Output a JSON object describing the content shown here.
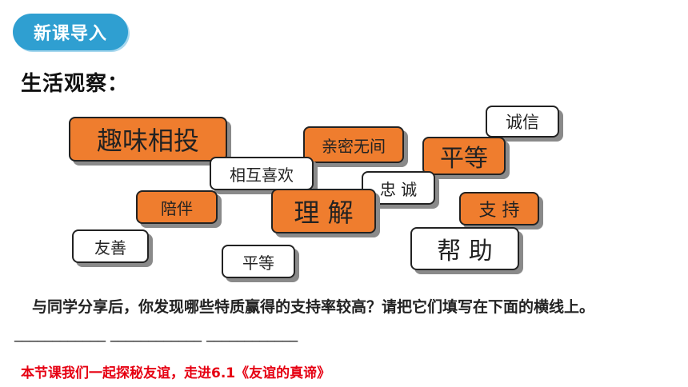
{
  "badge": {
    "label": "新课导入"
  },
  "heading": {
    "text": "生活观察："
  },
  "tags": [
    {
      "label": "诚信"
    },
    {
      "label": "趣味相投"
    },
    {
      "label": "亲密无间"
    },
    {
      "label": "平等"
    },
    {
      "label": "相互喜欢"
    },
    {
      "label": "忠 诚"
    },
    {
      "label": "陪伴"
    },
    {
      "label": "理 解"
    },
    {
      "label": "支 持"
    },
    {
      "label": "友善"
    },
    {
      "label": "帮 助"
    },
    {
      "label": "平等"
    }
  ],
  "question": {
    "text": "与同学分享后，你发现哪些特质赢得的支持率较高？请把它们填写在下面的横线上。",
    "blanks": "____________  ____________  ____________"
  },
  "note": {
    "text": "本节课我们一起探秘友谊，走进6.1《友谊的真谛》"
  },
  "colors": {
    "accent": "#2f9fd1",
    "tag_orange": "#ef7d2e",
    "note_red": "#e60012"
  }
}
